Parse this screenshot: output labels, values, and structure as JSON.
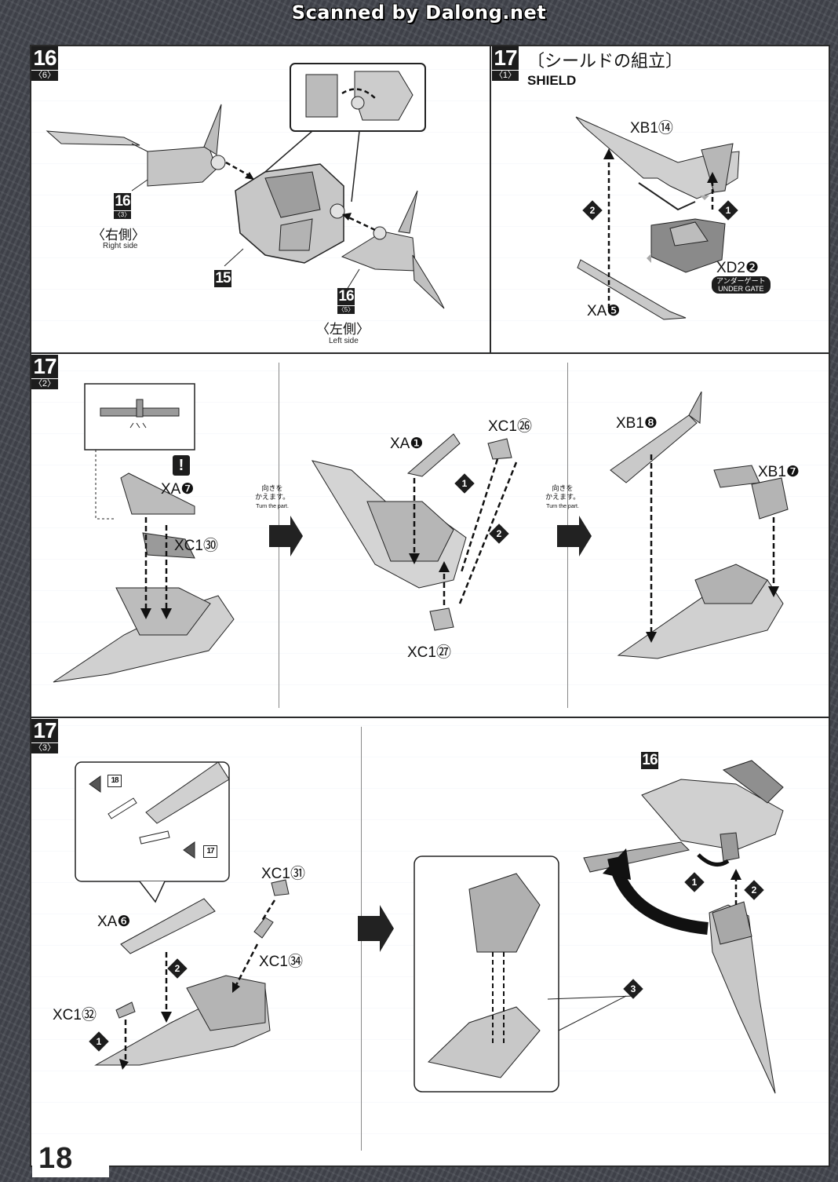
{
  "header": {
    "scan_credit": "Scanned by Dalong.net"
  },
  "page_number": "18",
  "step16": {
    "number": "16",
    "sub": "〈6〉",
    "right_ref": {
      "number": "16",
      "sub": "〈3〉",
      "jp": "〈右側〉",
      "en": "Right side"
    },
    "left_ref": {
      "number": "16",
      "sub": "〈5〉",
      "jp": "〈左側〉",
      "en": "Left side"
    },
    "center_ref": "15"
  },
  "step17_1": {
    "number": "17",
    "sub": "〈1〉",
    "title_jp": "〔シールドの組立〕",
    "title_en": "SHIELD",
    "parts": [
      {
        "code": "XB1",
        "num": "⑭"
      },
      {
        "code": "XD2",
        "num": "❷"
      },
      {
        "code": "XA",
        "num": "❺"
      }
    ],
    "gate_jp": "アンダーゲート",
    "gate_en": "UNDER GATE",
    "steps": [
      "1",
      "2"
    ]
  },
  "step17_2": {
    "number": "17",
    "sub": "〈2〉",
    "turn_jp": "向きを\nかえます。",
    "turn_en": "Turn the part.",
    "warning": "!",
    "parts_a": [
      {
        "code": "XA",
        "num": "❼"
      },
      {
        "code": "XC1",
        "num": "㉚"
      }
    ],
    "parts_b": [
      {
        "code": "XA",
        "num": "❶"
      },
      {
        "code": "XC1",
        "num": "㉖"
      },
      {
        "code": "XC1",
        "num": "㉗"
      }
    ],
    "parts_c": [
      {
        "code": "XB1",
        "num": "❽"
      },
      {
        "code": "XB1",
        "num": "❼"
      }
    ],
    "steps": [
      "1",
      "2"
    ]
  },
  "step17_3": {
    "number": "17",
    "sub": "〈3〉",
    "stickers": [
      "18",
      "17"
    ],
    "parts": [
      {
        "code": "XA",
        "num": "❻"
      },
      {
        "code": "XC1",
        "num": "㉛"
      },
      {
        "code": "XC1",
        "num": "㉞"
      },
      {
        "code": "XC1",
        "num": "㉜"
      }
    ],
    "ref": "16",
    "steps": [
      "1",
      "2",
      "3"
    ]
  }
}
